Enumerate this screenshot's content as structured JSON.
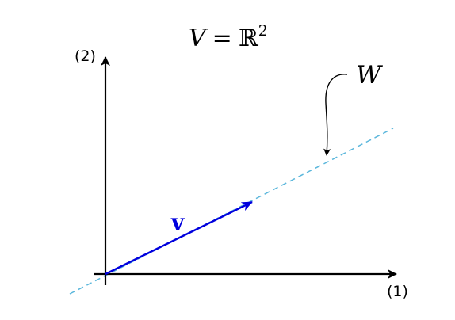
{
  "title": {
    "space": "V",
    "equals": "=",
    "field": "ℝ",
    "exponent": "2"
  },
  "axes": {
    "horizontal_label": "(1)",
    "vertical_label": "(2)"
  },
  "vector": {
    "label": "v",
    "color": "#0000dd"
  },
  "subspace": {
    "label": "W",
    "color": "#5bb7dc"
  },
  "colors": {
    "axis": "#000000",
    "text": "#000000"
  }
}
